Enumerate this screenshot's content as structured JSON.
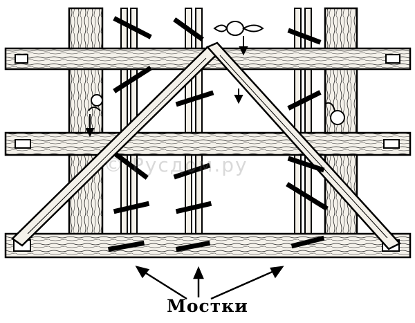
{
  "diagram": {
    "caption": "Мостки",
    "watermark": "© Русдом.ру",
    "colors": {
      "ink": "#000000",
      "paper": "#ffffff",
      "wood": "#f4f1ea"
    },
    "parts": {
      "posts": "vertical-posts",
      "beams": "horizontal-ledgers",
      "rafters": "diagonal-rafters",
      "pointer": "arrow-icons"
    }
  }
}
